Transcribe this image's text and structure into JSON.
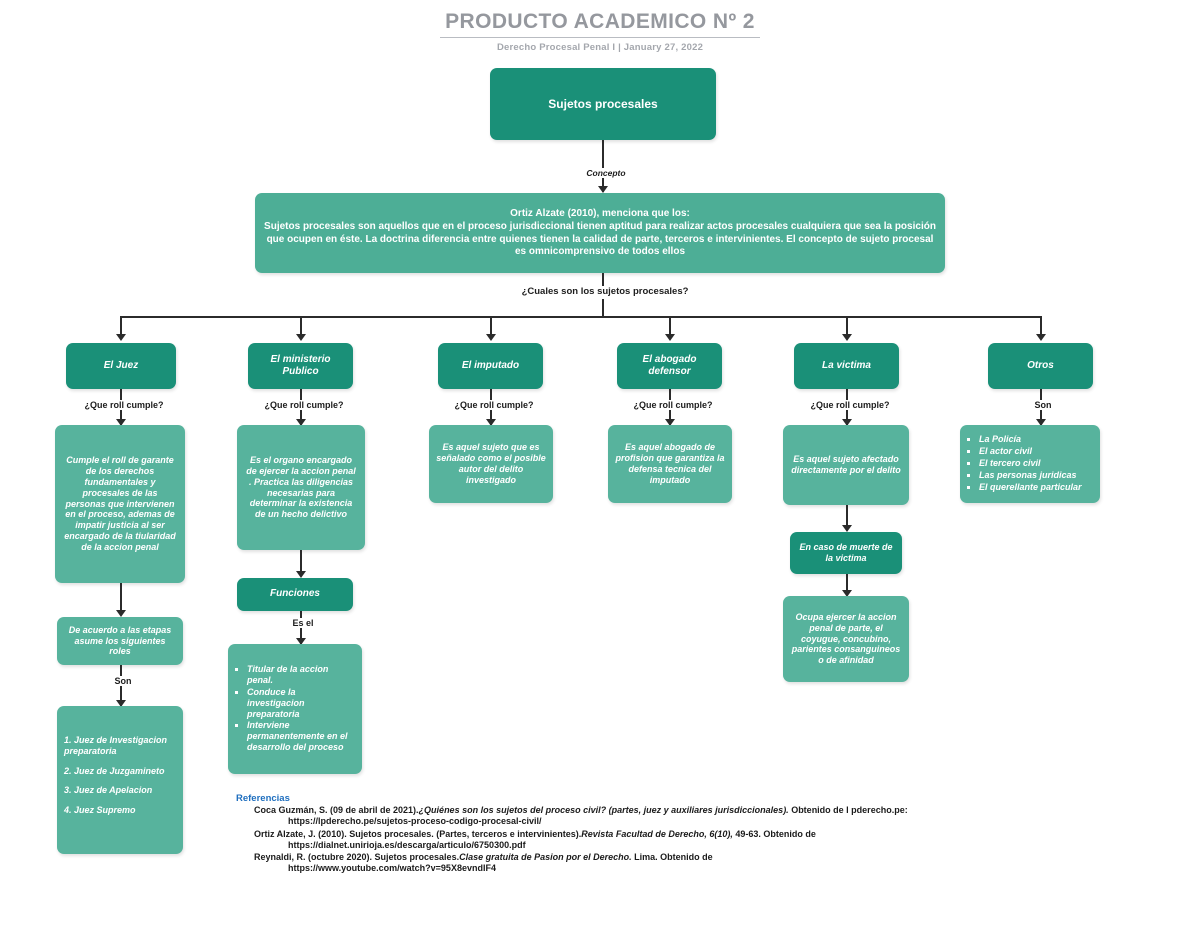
{
  "header": {
    "title": "PRODUCTO ACADEMICO Nº 2",
    "subtitle": "Derecho Procesal Penal I  |  January 27, 2022"
  },
  "colors": {
    "dark_teal": "#1a9078",
    "mid_teal": "#4dae96",
    "light_teal": "#57b39d",
    "title_gray": "#95989e",
    "refs_blue": "#1f6fbf",
    "connector": "#2b2b2b"
  },
  "root": {
    "label": "Sujetos procesales"
  },
  "edges": {
    "concepto": "Concepto",
    "question_main": "¿Cuales son los sujetos procesales?",
    "que_roll": "¿Que roll cumple?",
    "son": "Son",
    "es_el": "Es el"
  },
  "definition": {
    "line1": "Ortiz Alzate (2010), menciona  que  los:",
    "line2": "Sujetos procesales son aquellos que en el proceso jurisdiccional tienen aptitud para realizar actos procesales cualquiera que sea la posición que ocupen en éste. La doctrina diferencia entre quienes tienen la calidad de parte, terceros e intervinientes. El concepto de sujeto procesal es omnicomprensivo de todos ellos"
  },
  "branches": [
    {
      "id": "juez",
      "title": "El Juez",
      "edge": "¿Que roll cumple?",
      "description": "Cumple el roll de garante de los derechos fundamentales y procesales de las personas que intervienen en el proceso, ademas de impatir justicia  al ser encargado de la tiularidad de la accion penal",
      "sub_label": "De acuerdo a las etapas asume los siguientes roles",
      "sub_edge": "Son",
      "roles": [
        "1. Juez de Investigacion preparatoria",
        "2. Juez de Juzgamineto",
        "3. Juez de Apelacion",
        "4. Juez Supremo"
      ]
    },
    {
      "id": "ministerio-publico",
      "title": "El ministerio Publico",
      "edge": "¿Que roll cumple?",
      "description": "Es el organo encargado de ejercer la accion penal . Practica las diligencias necesarias para  determinar la existencia de un hecho delictivo",
      "sub_label": "Funciones",
      "sub_edge": "Es el",
      "functions": [
        "Titular de la accion penal.",
        "Conduce la investigacion preparatoria",
        "Interviene permanentemente en el desarrollo del proceso"
      ]
    },
    {
      "id": "imputado",
      "title": "El imputado",
      "edge": "¿Que roll cumple?",
      "description": "Es aquel sujeto que es señalado como el posible autor del delito investigado"
    },
    {
      "id": "abogado-defensor",
      "title": "El abogado defensor",
      "edge": "¿Que roll cumple?",
      "description": "Es aquel abogado de profision que garantiza la defensa tecnica del imputado"
    },
    {
      "id": "victima",
      "title": "La victima",
      "edge": "¿Que roll cumple?",
      "description": "Es aquel sujeto afectado directamente por el delito",
      "sub_label": "En caso de muerte de la victima",
      "sub_description": "Ocupa ejercer la accion penal de parte, el coyugue, concubino, parientes consanguineos o de afinidad"
    },
    {
      "id": "otros",
      "title": "Otros",
      "edge": "Son",
      "items": [
        "La Policía",
        "El actor civil",
        "El tercero civil",
        "Las personas juridicas",
        "El querellante particular"
      ]
    }
  ],
  "references": {
    "title": "Referencias",
    "items": [
      {
        "text_a": "Coca Guzmán, S. (09 de abril de   2021).",
        "text_b": "¿Quiénes son los sujetos del proceso civil? (partes, juez y   auxiliares jurisdiccionales).",
        "text_c": " Obtenido de l   pderecho.pe:",
        "url": "https://lpderecho.pe/sujetos-proceso-codigo-procesal-civil/"
      },
      {
        "text_a": "Ortiz Alzate, J. (2010). Sujetos   procesales. (Partes, terceros e intervinientes).",
        "text_b": "Revista Facultad de   Derecho, 6(10),",
        "text_c": " 49-63. Obtenido de",
        "url": "https://dialnet.unirioja.es/descarga/articulo/6750300.pdf"
      },
      {
        "text_a": "Reynaldi, R. (octubre 2020). Sujetos   procesales.",
        "text_b": "Clase gratuita de Pasion por el Derecho.",
        "text_c": " Lima. Obtenido de",
        "url": "https://www.youtube.com/watch?v=95X8evndIF4"
      }
    ]
  }
}
